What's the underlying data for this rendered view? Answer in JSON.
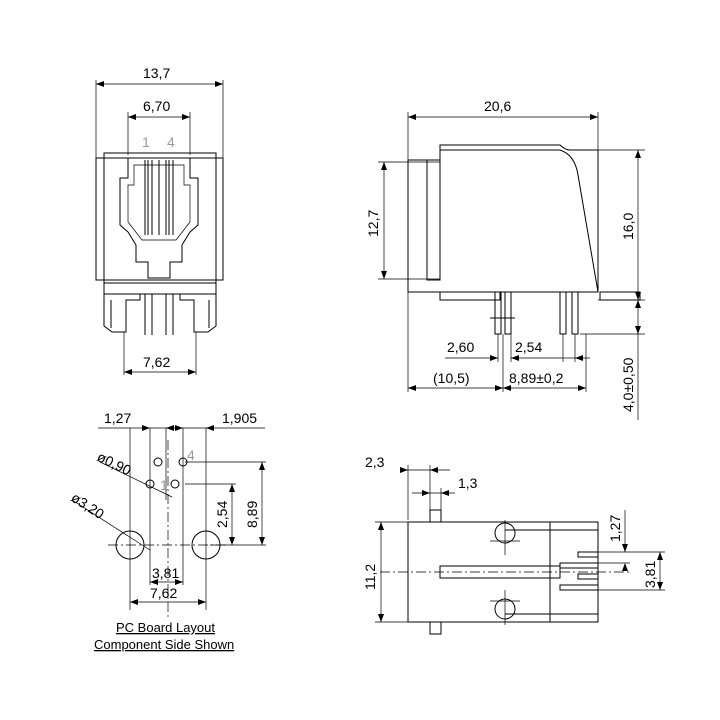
{
  "front_view": {
    "dim_width": "13,7",
    "dim_opening": "6,70",
    "pin_label_1": "1",
    "pin_label_4": "4",
    "dim_post_spacing": "7,62"
  },
  "side_view": {
    "dim_length": "20,6",
    "dim_face_height": "12,7",
    "dim_height": "16,0",
    "dim_pin_offset": "2,60",
    "dim_pin_pitch": "2,54",
    "dim_front_to_post": "(10,5)",
    "dim_post_to_back": "8,89±0,2",
    "dim_pin_length": "4,0±0,50"
  },
  "pcb_layout": {
    "dim_edge_offset": "1,27",
    "dim_row_offset": "1,905",
    "dim_small_hole": "ø0,90",
    "pin_label_1": "1",
    "pin_label_4": "4",
    "dim_large_hole": "ø3,20",
    "dim_pitch_vertical": "2,54",
    "dim_hole_to_post": "8,89",
    "dim_pin_span": "3,81",
    "dim_post_spacing": "7,62",
    "title_line1": "PC Board Layout",
    "title_line2": "Component Side Shown"
  },
  "bottom_view": {
    "dim_offset": "2,3",
    "dim_pin_width": "1,3",
    "dim_height": "11,2",
    "dim_pin_spacing": "1,27",
    "dim_pin_span": "3,81"
  }
}
